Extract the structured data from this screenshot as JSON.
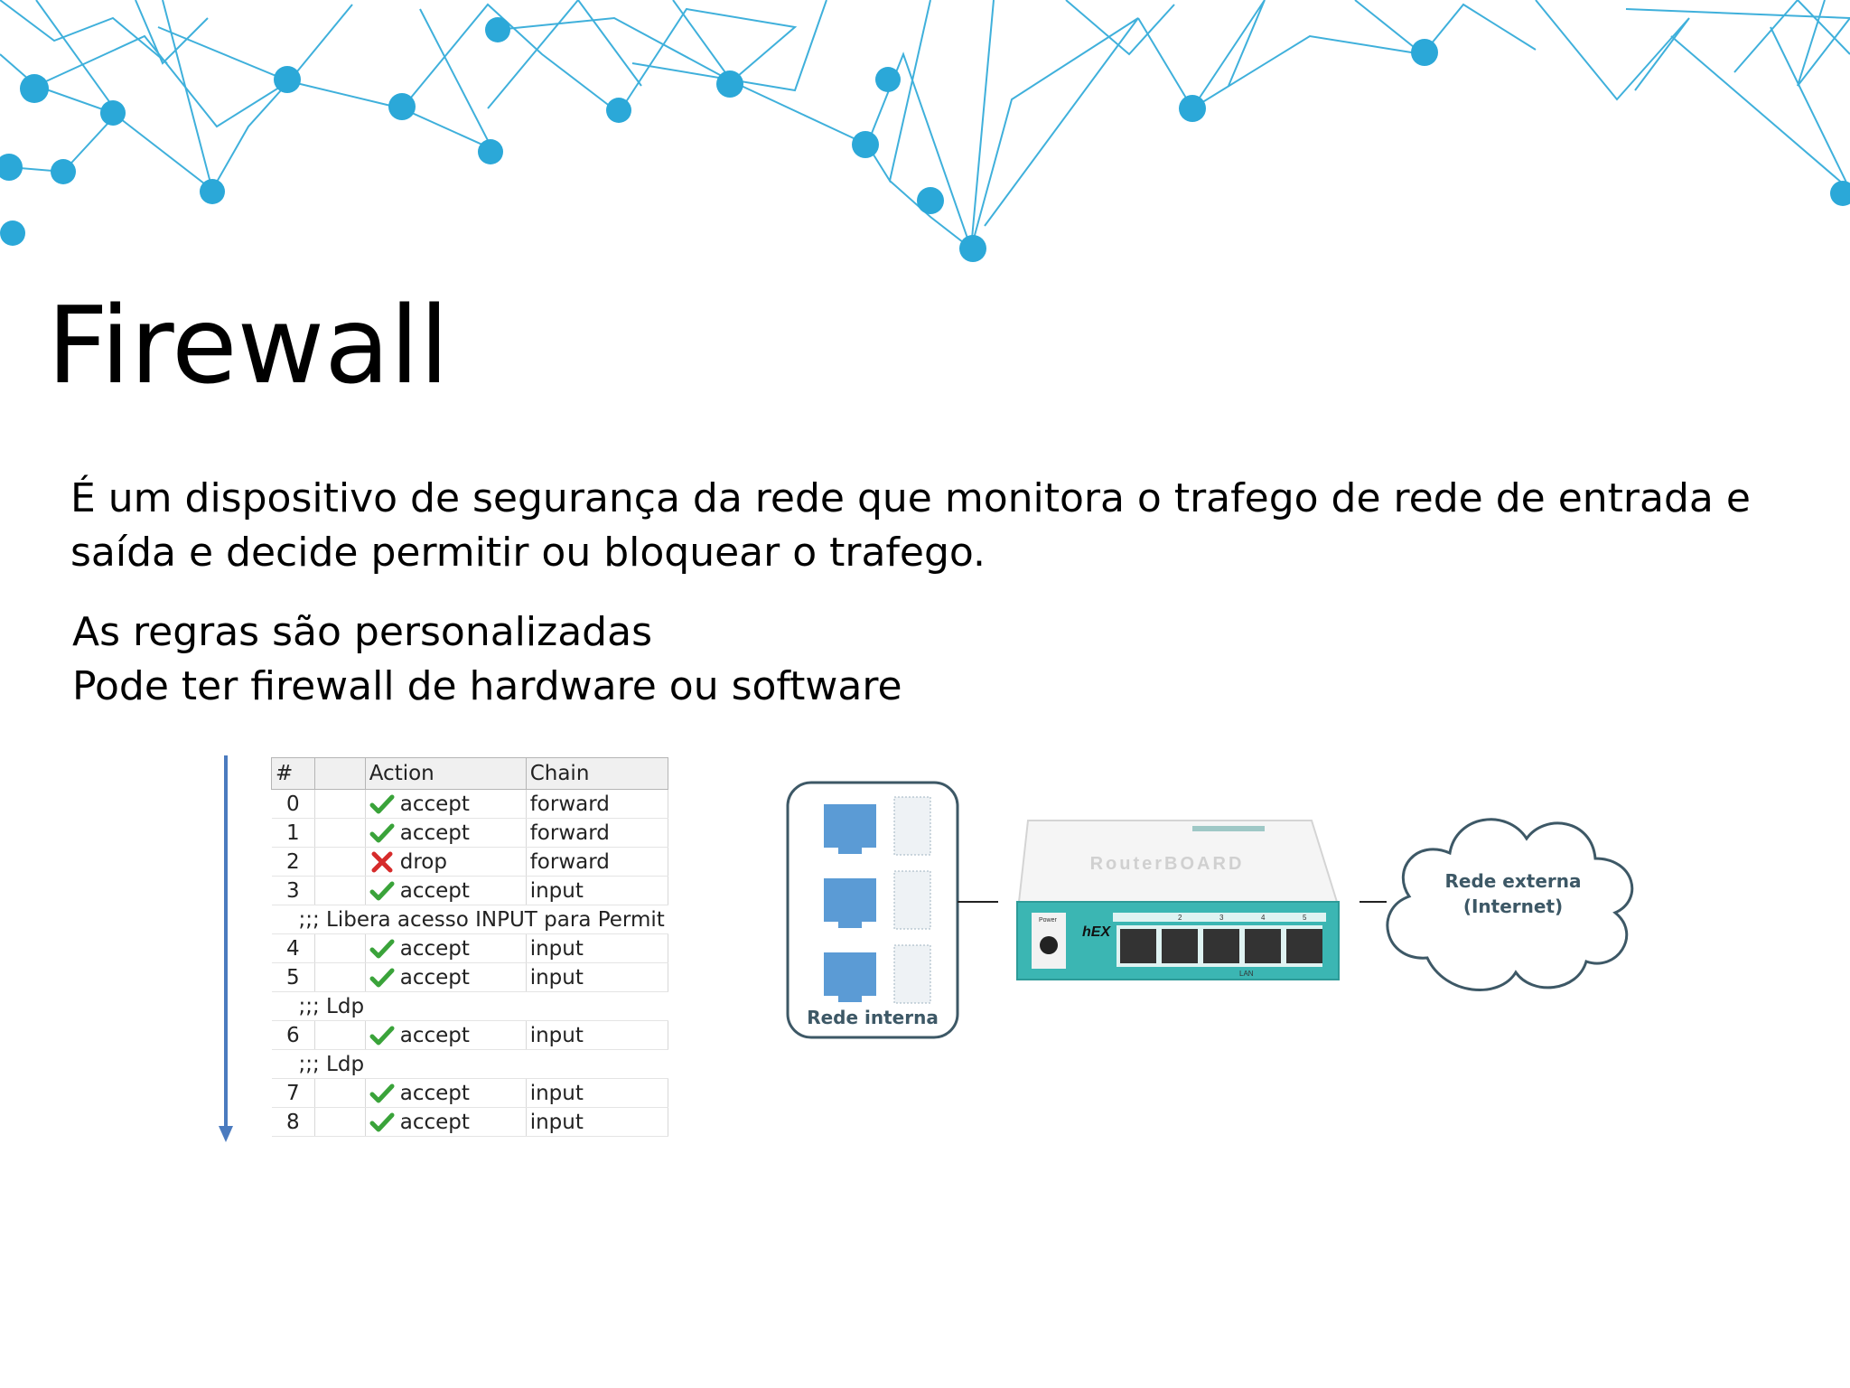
{
  "title": "Firewall",
  "paragraph_1": "É um dispositivo de segurança da rede que monitora o trafego de rede de entrada e saída e decide permitir ou bloquear o trafego.",
  "bullets": [
    "As regras são personalizadas",
    "Pode ter firewall de hardware ou software"
  ],
  "colors": {
    "accent": "#2ba8d8",
    "arrow": "#4b7bbf",
    "accept": "#3aa33a",
    "drop": "#d62b2b",
    "router_teal": "#3bb6b3",
    "diagram_text": "#3d5866"
  },
  "rules_table": {
    "headers": [
      "#",
      "",
      "Action",
      "Chain"
    ],
    "rows": [
      {
        "type": "rule",
        "num": "0",
        "action": "accept",
        "icon": "check-icon",
        "chain": "forward"
      },
      {
        "type": "rule",
        "num": "1",
        "action": "accept",
        "icon": "check-icon",
        "chain": "forward"
      },
      {
        "type": "rule",
        "num": "2",
        "action": "drop",
        "icon": "x-icon",
        "chain": "forward"
      },
      {
        "type": "rule",
        "num": "3",
        "action": "accept",
        "icon": "check-icon",
        "chain": "input"
      },
      {
        "type": "comment",
        "text": ";;; Libera acesso INPUT para Permit"
      },
      {
        "type": "rule",
        "num": "4",
        "action": "accept",
        "icon": "check-icon",
        "chain": "input"
      },
      {
        "type": "rule",
        "num": "5",
        "action": "accept",
        "icon": "check-icon",
        "chain": "input"
      },
      {
        "type": "comment",
        "text": ";;; Ldp"
      },
      {
        "type": "rule",
        "num": "6",
        "action": "accept",
        "icon": "check-icon",
        "chain": "input"
      },
      {
        "type": "comment",
        "text": ";;; Ldp"
      },
      {
        "type": "rule",
        "num": "7",
        "action": "accept",
        "icon": "check-icon",
        "chain": "input"
      },
      {
        "type": "rule",
        "num": "8",
        "action": "accept",
        "icon": "check-icon",
        "chain": "input"
      }
    ]
  },
  "diagram": {
    "internal_label": "Rede interna",
    "router_brand": "RouterBOARD",
    "router_model": "hEX",
    "router_power_label": "Power",
    "router_port_labels": [
      "2",
      "3",
      "4",
      "5"
    ],
    "router_lan_label": "LAN",
    "external_label_1": "Rede externa",
    "external_label_2": "(Internet)"
  }
}
